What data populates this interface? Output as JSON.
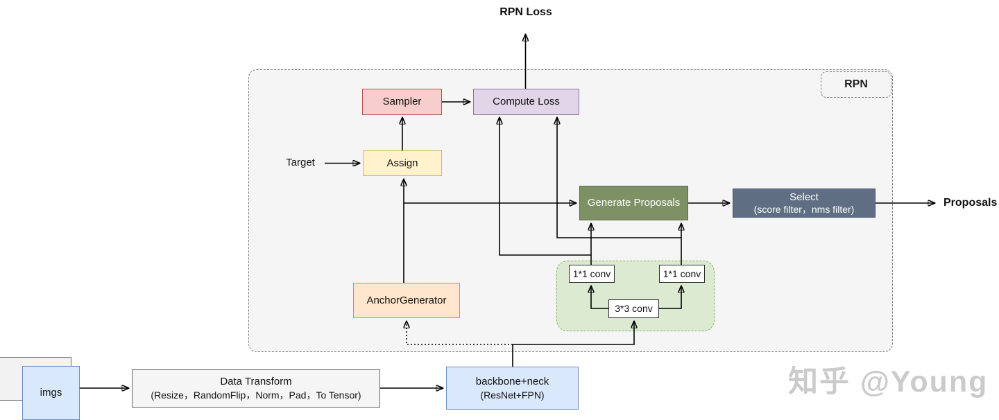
{
  "diagram": {
    "container_label": "RPN",
    "external": {
      "rpn_loss_label": "RPN Loss",
      "target_label": "Target",
      "proposals_label": "Proposals"
    },
    "nodes": {
      "sampler": {
        "label": "Sampler"
      },
      "compute_loss": {
        "label": "Compute Loss"
      },
      "assign": {
        "label": "Assign"
      },
      "anchor_generator": {
        "label": "AnchorGenerator"
      },
      "generate_proposals": {
        "label": "Generate Proposals"
      },
      "select": {
        "label": "Select",
        "sublabel": "(score filter，nms filter)"
      },
      "conv1x1_left": {
        "label": "1*1 conv"
      },
      "conv1x1_right": {
        "label": "1*1 conv"
      },
      "conv3x3": {
        "label": "3*3 conv"
      },
      "imgs": {
        "label": "imgs"
      },
      "data_transform": {
        "label": "Data Transform",
        "sublabel": "(Resize，RandomFlip，Norm，Pad，To Tensor)"
      },
      "backbone": {
        "label": "backbone+neck",
        "sublabel": "(ResNet+FPN)"
      }
    },
    "colors": {
      "sampler_fill": "#f8cecc",
      "sampler_stroke": "#b85450",
      "compute_loss_fill": "#e1d5e7",
      "compute_loss_stroke": "#9673a6",
      "assign_fill": "#fff2cc",
      "assign_stroke": "#d6b656",
      "anchor_generator_fill": "#ffe6cc",
      "anchor_generator_stroke": "#d79b00",
      "generate_proposals_fill": "#7d9164",
      "select_fill": "#5f6e82",
      "conv_group_fill": "#dcead2",
      "conv_group_stroke": "#82b366",
      "blue_fill": "#dae8fc",
      "blue_stroke": "#6c8ebf",
      "container_fill": "#f5f5f5"
    },
    "watermark": "知乎 @Young"
  }
}
